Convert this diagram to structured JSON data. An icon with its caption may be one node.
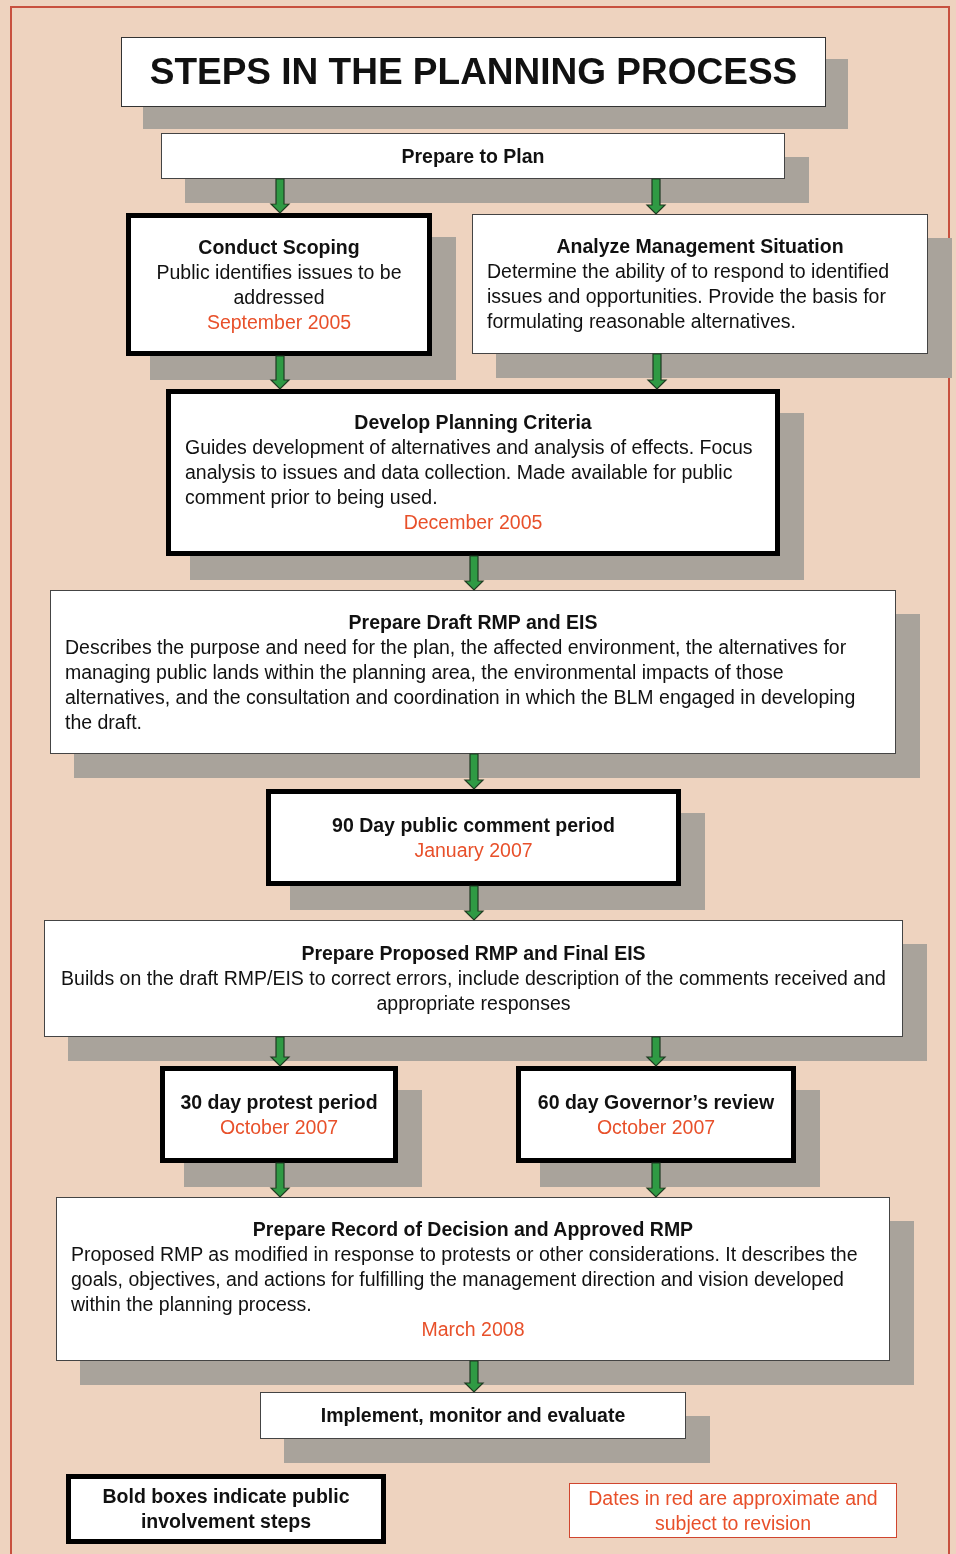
{
  "diagram": {
    "title": "STEPS IN THE PLANNING PROCESS",
    "nodes": [
      {
        "text": [
          "Prepare to Plan"
        ]
      },
      {
        "text": [
          "Conduct Scoping",
          "Public identifies issues to be addressed",
          "September 2005"
        ]
      },
      {
        "text": [
          "Analyze Management Situation",
          "Determine the ability of to respond to identified issues and opportunities.  Provide the basis for formulating reasonable alternatives."
        ]
      },
      {
        "text": [
          "Develop Planning Criteria",
          "Guides development of alternatives and analysis of effects. Focus analysis to issues and data collection.  Made available for public comment prior to being used.",
          "December 2005"
        ]
      },
      {
        "text": [
          "Prepare Draft RMP and EIS",
          "Describes the purpose and need for the plan, the affected environment, the alternatives for managing public lands within the planning area, the environmental impacts of those alternatives, and the consultation and coordination in which the BLM engaged in developing the draft."
        ]
      },
      {
        "text": [
          "90 Day public comment period",
          "January 2007"
        ]
      },
      {
        "text": [
          "Prepare Proposed RMP and  Final EIS",
          "Builds on the draft RMP/EIS to correct errors, include description of the comments received and appropriate responses"
        ]
      },
      {
        "text": [
          "30 day protest period",
          "October 2007"
        ]
      },
      {
        "text": [
          "60 day Governor’s review",
          "October 2007"
        ]
      },
      {
        "text": [
          "Prepare Record of Decision and Approved RMP",
          "Proposed RMP as modified in response to protests or other considerations. It describes the goals, objectives, and actions for fulfilling the management direction and vision developed within the planning process.",
          "March 2008"
        ]
      },
      {
        "text": [
          "Implement, monitor and evaluate"
        ]
      },
      {
        "text": [
          "Bold boxes indicate public involvement steps"
        ]
      },
      {
        "text": [
          "Dates in red are approximate and subject to revision"
        ]
      }
    ],
    "edges": [
      {
        "from": 0,
        "to": 1,
        "arrow": "to"
      },
      {
        "from": 0,
        "to": 2,
        "arrow": "to"
      },
      {
        "from": 1,
        "to": 3,
        "arrow": "to"
      },
      {
        "from": 2,
        "to": 3,
        "arrow": "to"
      },
      {
        "from": 3,
        "to": 4,
        "arrow": "to"
      },
      {
        "from": 4,
        "to": 5,
        "arrow": "to"
      },
      {
        "from": 5,
        "to": 6,
        "arrow": "to"
      },
      {
        "from": 6,
        "to": 7,
        "arrow": "to"
      },
      {
        "from": 6,
        "to": 8,
        "arrow": "to"
      },
      {
        "from": 7,
        "to": 9,
        "arrow": "to"
      },
      {
        "from": 8,
        "to": 9,
        "arrow": "to"
      },
      {
        "from": 9,
        "to": 10,
        "arrow": "to"
      }
    ]
  }
}
